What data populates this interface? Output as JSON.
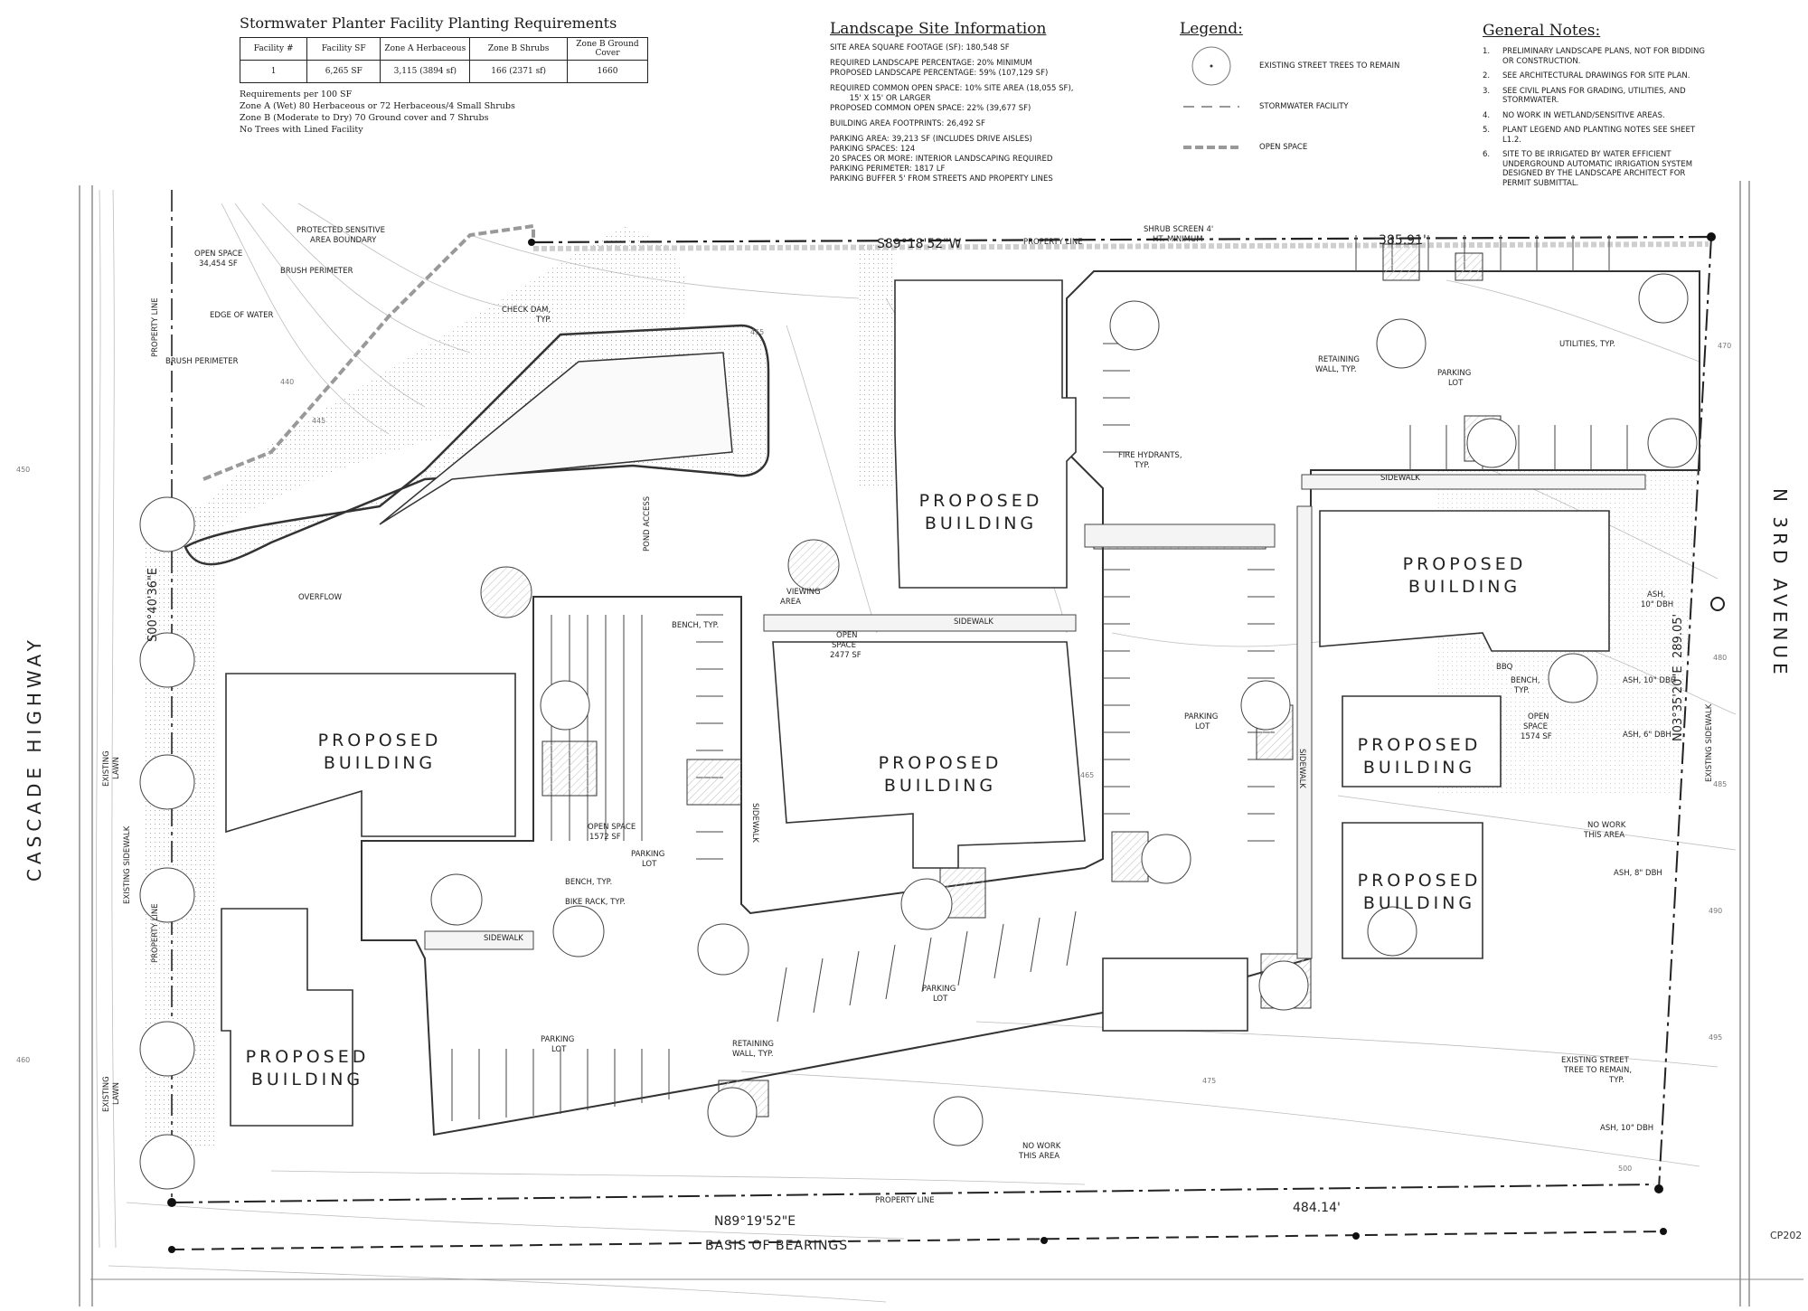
{
  "planter": {
    "title": "Stormwater Planter Facility Planting Requirements",
    "headers": [
      "Facility #",
      "Facility SF",
      "Zone A Herbaceous",
      "Zone B Shrubs",
      "Zone B Ground Cover"
    ],
    "row": [
      "1",
      "6,265 SF",
      "3,115  (3894 sf)",
      "166  (2371 sf)",
      "1660"
    ],
    "notes": [
      "Requirements per 100 SF",
      "Zone A (Wet) 80 Herbaceous or 72 Herbaceous/4 Small Shrubs",
      "Zone B (Moderate to Dry) 70 Ground cover and 7 Shrubs",
      "No Trees with Lined Facility"
    ]
  },
  "site_info": {
    "title": "Landscape Site Information",
    "lines": [
      "SITE AREA SQUARE FOOTAGE (SF): 180,548 SF",
      "",
      "REQUIRED LANDSCAPE PERCENTAGE: 20% MINIMUM",
      "PROPOSED LANDSCAPE PERCENTAGE: 59% (107,129 SF)",
      "",
      "REQUIRED COMMON OPEN SPACE: 10% SITE AREA (18,055 SF),",
      "        15' X 15' OR LARGER",
      "PROPOSED COMMON OPEN SPACE: 22% (39,677 SF)",
      "",
      "BUILDING AREA FOOTPRINTS: 26,492 SF",
      "",
      "PARKING AREA: 39,213 SF (INCLUDES DRIVE AISLES)",
      "PARKING SPACES: 124",
      "20 SPACES OR MORE: INTERIOR LANDSCAPING REQUIRED",
      "PARKING PERIMETER: 1817 LF",
      "PARKING BUFFER 5' FROM STREETS AND PROPERTY LINES"
    ]
  },
  "legend": {
    "title": "Legend:",
    "items": [
      "EXISTING STREET TREES TO REMAIN",
      "STORMWATER FACILITY",
      "OPEN SPACE"
    ]
  },
  "general_notes": {
    "title": "General Notes:",
    "items": [
      {
        "num": "1.",
        "text": "PRELIMINARY LANDSCAPE PLANS, NOT FOR BIDDING OR CONSTRUCTION."
      },
      {
        "num": "2.",
        "text": "SEE ARCHITECTURAL DRAWINGS FOR SITE PLAN."
      },
      {
        "num": "3.",
        "text": "SEE CIVIL PLANS FOR GRADING, UTILITIES, AND STORMWATER."
      },
      {
        "num": "4.",
        "text": "NO WORK IN WETLAND/SENSITIVE AREAS."
      },
      {
        "num": "5.",
        "text": "PLANT LEGEND AND PLANTING NOTES SEE SHEET L1.2."
      },
      {
        "num": "6.",
        "text": "SITE TO BE IRRIGATED BY WATER EFFICIENT UNDERGROUND AUTOMATIC IRRIGATION SYSTEM DESIGNED BY THE LANDSCAPE ARCHITECT FOR PERMIT SUBMITTAL."
      }
    ]
  },
  "plan": {
    "streets": {
      "west": "CASCADE HIGHWAY",
      "east": "N 3RD AVENUE"
    },
    "bearings": {
      "north": "S89°18'52\"W",
      "north_dist": "385.91'",
      "south": "N89°19'52\"E",
      "south_dist": "484.14'",
      "west": "S00°40'36\"E",
      "east": "N03°35'20\"E",
      "east_dist": "289.05'"
    },
    "basis": "BASIS OF BEARINGS",
    "cp": "CP202",
    "building_label": [
      "PROPOSED",
      "BUILDING"
    ],
    "labels": {
      "open_space_1": "OPEN SPACE",
      "open_space_1_sf": "34,454 SF",
      "protected": "PROTECTED SENSITIVE",
      "protected2": "AREA BOUNDARY",
      "brush": "BRUSH PERIMETER",
      "edge_water": "EDGE OF WATER",
      "property_line": "PROPERTY LINE",
      "check_dam": "CHECK DAM,",
      "typ": "TYP.",
      "overflow": "OVERFLOW",
      "pond_access": "POND ACCESS",
      "viewing": "VIEWING",
      "area": "AREA",
      "bench_typ": "BENCH, TYP.",
      "open_space": "OPEN",
      "space": "SPACE",
      "os_2477": "2477 SF",
      "os_1572": "OPEN SPACE",
      "os_1572b": "1572 SF",
      "sidewalk": "SIDEWALK",
      "parking": "PARKING",
      "lot": "LOT",
      "bike_rack": "BIKE RACK, TYP.",
      "retaining": "RETAINING",
      "wall_typ": "WALL, TYP.",
      "fire_hydrants": "FIRE HYDRANTS,",
      "shrub_screen": "SHRUB SCREEN 4'",
      "ht_min": "HT. MINIMUM",
      "utilities": "UTILITIES, TYP.",
      "bbq": "BBQ",
      "bench": "BENCH,",
      "os_1574": "1574 SF",
      "no_work": "NO WORK",
      "this_area": "THIS AREA",
      "ash10": "ASH, 10\" DBH",
      "ash6": "ASH, 6\" DBH",
      "ash8": "ASH, 8\" DBH",
      "ash10b": "ASH,",
      "dbh10": "10\" DBH",
      "existing_street": "EXISTING STREET",
      "tree_remain": "TREE TO REMAIN,",
      "existing_lawn": "EXISTING",
      "lawn": "LAWN",
      "existing_sidewalk": "EXISTING SIDEWALK",
      "existing_sidewalk_e": "EXISTING SIDEWALK"
    },
    "contours": [
      "440",
      "445",
      "450",
      "455",
      "460",
      "465",
      "470",
      "475",
      "480",
      "485",
      "490",
      "495",
      "500"
    ]
  },
  "colors": {
    "line": "#1a1a1a",
    "hatch": "#cfcfcf",
    "dash": "#9a9a9a",
    "stipple": "#e6e6e6"
  }
}
